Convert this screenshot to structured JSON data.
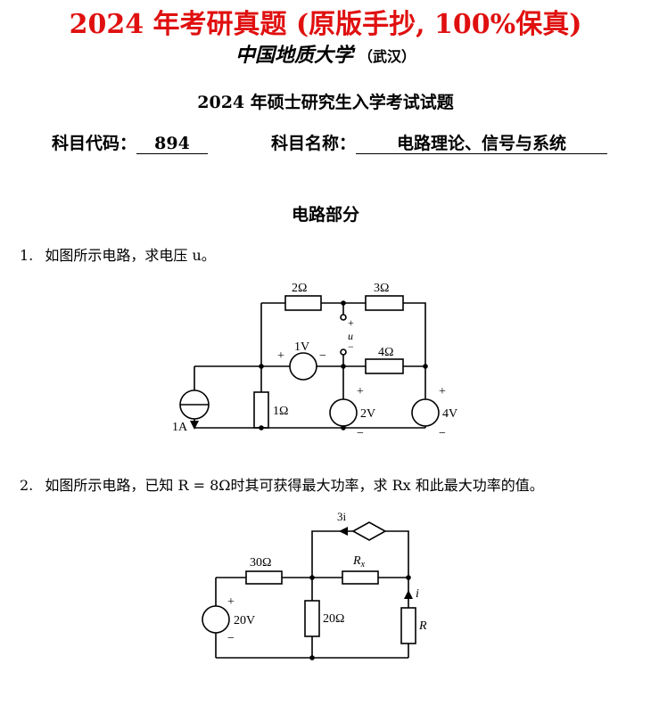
{
  "header": {
    "banner": "2024 年考研真题 (原版手抄, 100%保真)",
    "school": "中国地质大学",
    "city": "（武汉）",
    "exam_title": "2024 年硕士研究生入学考试试题"
  },
  "subject": {
    "code_label": "科目代码：",
    "code": "894",
    "name_label": "科目名称：",
    "name": "电路理论、信号与系统"
  },
  "section_title": "电路部分",
  "q1": {
    "number": "1.",
    "text": "如图所示电路，求电压 u。",
    "labels": {
      "r_top_left": "2Ω",
      "r_top_right": "3Ω",
      "r_mid": "4Ω",
      "r_1": "1Ω",
      "v_1v": "1V",
      "v_2v": "2V",
      "v_4v": "4V",
      "i_1a": "1A",
      "u": "u",
      "plus": "+",
      "minus": "−"
    }
  },
  "q2": {
    "number": "2.",
    "text": "如图所示电路，已知 R = 8Ω时其可获得最大功率，求 Rx 和此最大功率的值。",
    "labels": {
      "dep": "3i",
      "r_30": "30Ω",
      "r_x": "R",
      "r_x_sub": "x",
      "r_20": "20Ω",
      "v_20v": "20V",
      "r": "R",
      "i": "i",
      "plus": "+",
      "minus": "−"
    }
  }
}
